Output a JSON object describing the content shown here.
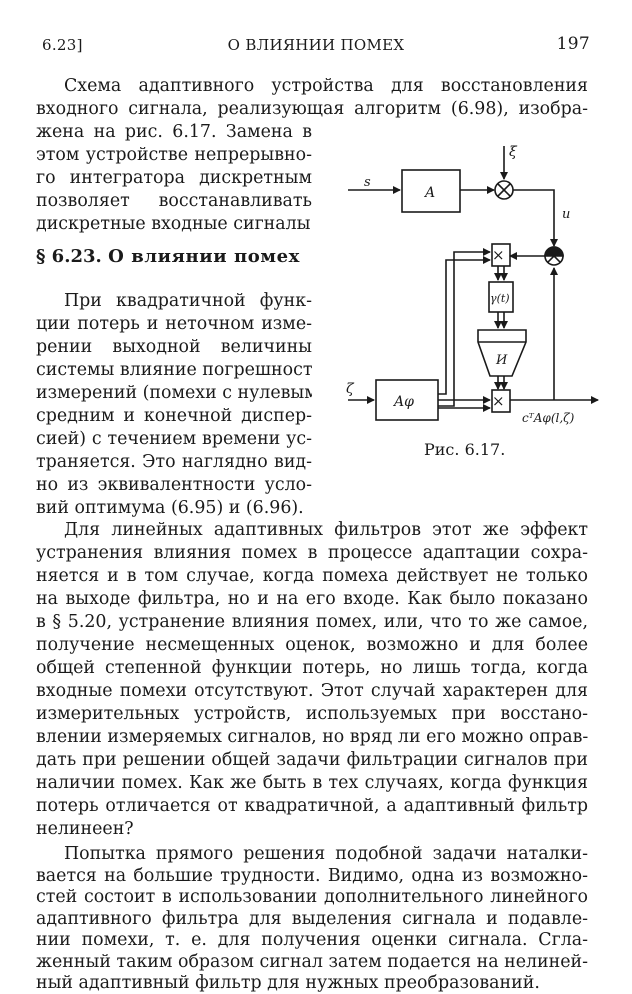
{
  "header": {
    "section_ref": "6.23]",
    "running_title": "О ВЛИЯНИИ ПОМЕХ",
    "page_number": "197"
  },
  "intro_lines": [
    "Схема адаптивного устройства для восстановления",
    "входного сигнала, реализующая алгоритм (6.98), изобра-",
    "жена на рис. 6.17. Замена в",
    "этом устройстве непрерывно-",
    "го интегратора дискретным",
    "позволяет восстанавливать",
    "дискретные входные сигналы."
  ],
  "section": {
    "number": "§ 6.23.",
    "title": "О влиянии помех"
  },
  "para1_lines": [
    "При квадратичной функ-",
    "ции потерь и неточном изме-",
    "рении выходной величины",
    "системы влияние погрешности",
    "измерений (помехи с нулевым",
    "средним и конечной диспер-",
    "сией) с течением времени ус-",
    "траняется. Это наглядно вид-",
    "но из эквивалентности усло-",
    "вий оптимума (6.95) и (6.96)."
  ],
  "para2_lines": [
    "Для линейных адаптивных фильтров этот же эффект",
    "устранения влияния помех в процессе адаптации сохра-",
    "няется и в том случае, когда помеха действует не только",
    "на выходе фильтра, но и на его входе. Как было показано",
    "в § 5.20, устранение влияния помех, или, что то же самое,",
    "получение несмещенных оценок, возможно и для более",
    "общей степенной функции потерь, но лишь тогда, когда",
    "входные помехи отсутствуют. Этот случай характерен для",
    "измерительных устройств, используемых при восстано-",
    "влении измеряемых сигналов, но вряд ли его можно оправ-",
    "дать при решении общей задачи фильтрации сигналов при",
    "наличии помех. Как же быть в тех случаях, когда функция",
    "потерь отличается от квадратичной, а адаптивный фильтр",
    "нелинеен?"
  ],
  "para3_lines": [
    "Попытка прямого решения подобной задачи наталки-",
    "вается на большие трудности. Видимо, одна из возможно-",
    "стей состоит в использовании дополнительного линейного",
    "адаптивного фильтра для выделения сигнала и подавле-",
    "нии помехи, т. е. для получения оценки сигнала. Сгла-",
    "женный таким образом сигнал затем подается на нелиней-",
    "ный адаптивный фильтр для нужных преобразований."
  ],
  "figure": {
    "caption": "Рис. 6.17.",
    "labels": {
      "input_s": "s",
      "block_a": "A",
      "noise_xi": "ξ",
      "signal_u": "u",
      "noise_zeta": "ζ",
      "block_a_phi": "Aφ",
      "block_gamma": "γ(t)",
      "block_integrator": "И",
      "output": "cᵀAφ(l,ζ)",
      "multiplier_sign": "×"
    }
  }
}
